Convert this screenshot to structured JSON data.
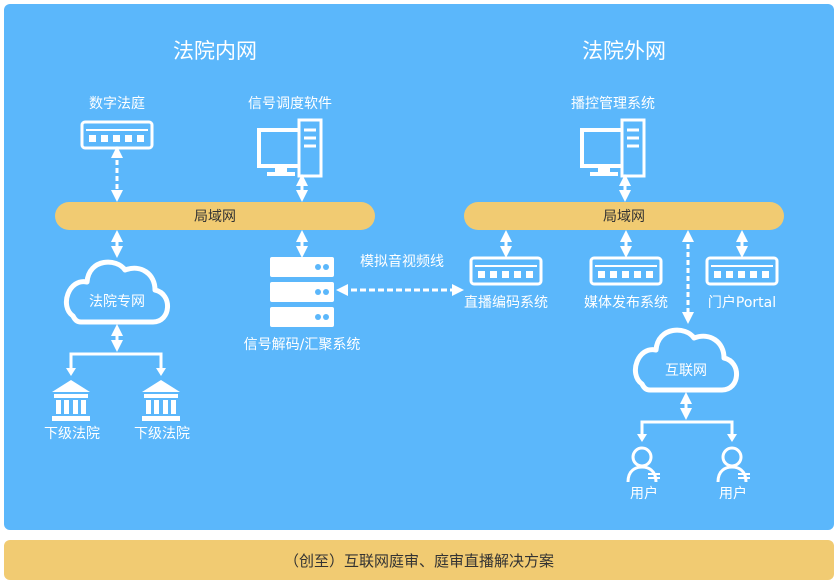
{
  "sections": {
    "inner": "法院内网",
    "outer": "法院外网"
  },
  "nodes": {
    "digital_court": "数字法庭",
    "dispatch_software": "信号调度软件",
    "broadcast_control": "播控管理系统",
    "lan_left": "局域网",
    "lan_right": "局域网",
    "court_private_net": "法院专网",
    "decode_system": "信号解码/汇聚系统",
    "av_line": "模拟音视频线",
    "live_encode": "直播编码系统",
    "media_publish": "媒体发布系统",
    "portal": "门户Portal",
    "internet": "互联网",
    "lower_court_1": "下级法院",
    "lower_court_2": "下级法院",
    "user_1": "用户",
    "user_2": "用户"
  },
  "footer": {
    "title": "（创至）互联网庭审、庭审直播解决方案"
  },
  "colors": {
    "panel": "#5bb7fb",
    "bar": "#f1cb72",
    "icon": "#ffffff"
  }
}
